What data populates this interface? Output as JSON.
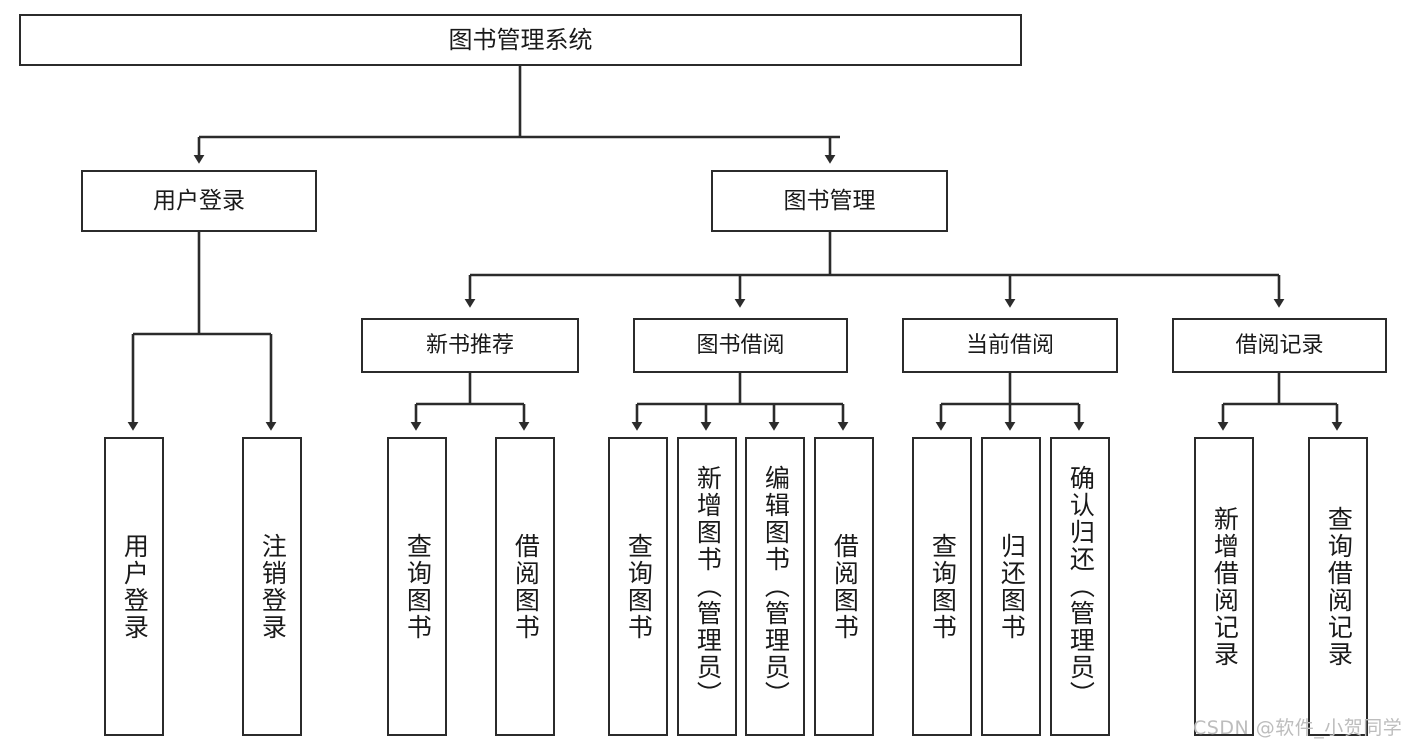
{
  "diagram": {
    "type": "hierarchy-tree",
    "title": "图书管理系统",
    "watermark": "CSDN @软件_小贺同学",
    "colors": {
      "stroke": "#2b2b2b",
      "fill": "#ffffff",
      "text": "#1a1a1a",
      "watermark": "#bdbdbd"
    },
    "root": {
      "label": "图书管理系统"
    },
    "level1": [
      {
        "label": "用户登录"
      },
      {
        "label": "图书管理"
      }
    ],
    "level2": [
      {
        "label": "新书推荐"
      },
      {
        "label": "图书借阅"
      },
      {
        "label": "当前借阅"
      },
      {
        "label": "借阅记录"
      }
    ],
    "leaves": {
      "user_login": [
        {
          "label": "用户登录"
        },
        {
          "label": "注销登录"
        }
      ],
      "new_book": [
        {
          "label": "查询图书"
        },
        {
          "label": "借阅图书"
        }
      ],
      "book_borrow": [
        {
          "label": "查询图书"
        },
        {
          "label": "新增图书（管理员）"
        },
        {
          "label": "编辑图书（管理员）"
        },
        {
          "label": "借阅图书"
        }
      ],
      "current_borrow": [
        {
          "label": "查询图书"
        },
        {
          "label": "归还图书"
        },
        {
          "label": "确认归还（管理员）"
        }
      ],
      "borrow_record": [
        {
          "label": "新增借阅记录"
        },
        {
          "label": "查询借阅记录"
        }
      ]
    }
  }
}
